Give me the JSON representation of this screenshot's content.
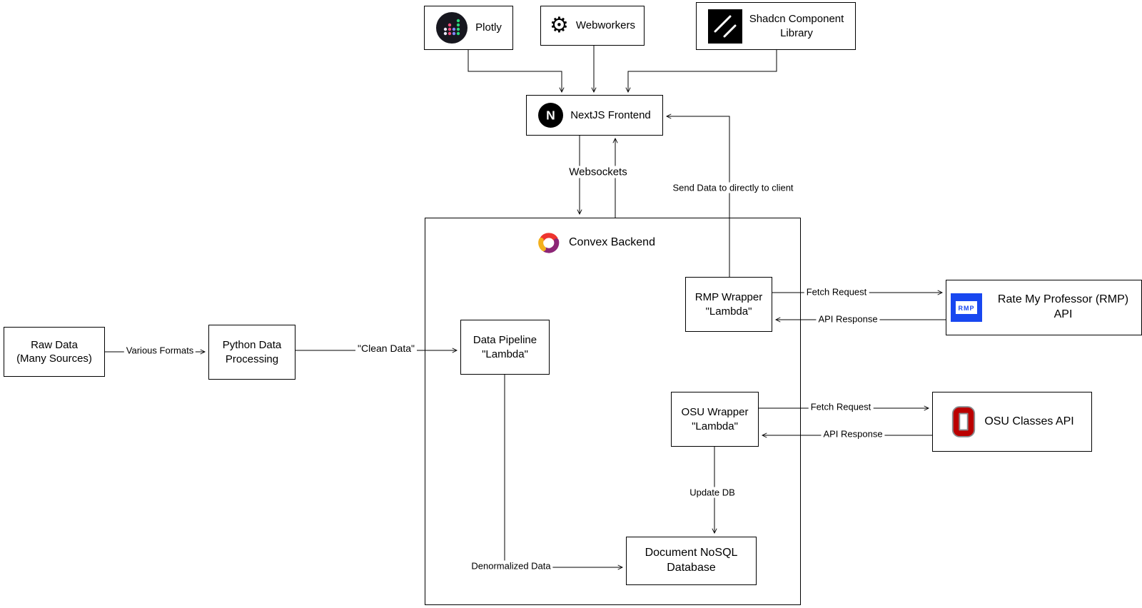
{
  "nodes": {
    "plotly": {
      "label": "Plotly"
    },
    "webworkers": {
      "label": "Webworkers"
    },
    "shadcn": {
      "label": "Shadcn Component\nLibrary"
    },
    "nextjs": {
      "label": "NextJS Frontend",
      "logo_letter": "N"
    },
    "convex": {
      "label": "Convex Backend"
    },
    "raw_data": {
      "label": "Raw Data\n(Many Sources)"
    },
    "python": {
      "label": "Python Data\nProcessing"
    },
    "pipeline": {
      "label": "Data Pipeline\n\"Lambda\""
    },
    "rmp_wrapper": {
      "label": "RMP Wrapper\n\"Lambda\""
    },
    "rmp_api": {
      "label": "Rate My Professor (RMP) API",
      "logo_text": "RMP"
    },
    "osu_wrapper": {
      "label": "OSU Wrapper\n\"Lambda\""
    },
    "osu_api": {
      "label": "OSU Classes API"
    },
    "database": {
      "label": "Document NoSQL\nDatabase"
    }
  },
  "edges": {
    "websockets": "Websockets",
    "send_data": "Send Data to directly to client",
    "various_formats": "Various Formats",
    "clean_data": "\"Clean Data\"",
    "denormalized_data": "Denormalized Data",
    "rmp_fetch": "Fetch Request",
    "rmp_response": "API Response",
    "osu_fetch": "Fetch Request",
    "osu_response": "API Response",
    "update_db": "Update DB",
    "gear_glyph": "⚙"
  },
  "colors": {
    "convex_red": "#EE342F",
    "convex_purple": "#8D2676",
    "convex_yellow": "#F3B01C",
    "rmp_blue": "#1847F0",
    "osu_scarlet": "#BB0000",
    "osu_gray": "#8A8D90"
  }
}
